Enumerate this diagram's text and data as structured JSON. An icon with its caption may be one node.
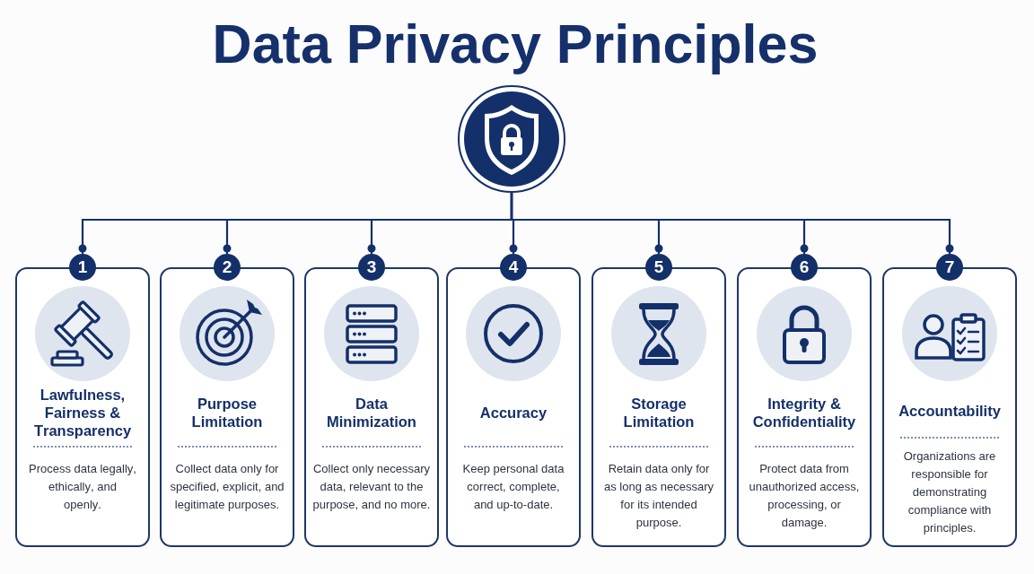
{
  "diagram": {
    "title": "Data Privacy Principles",
    "nodes": [
      {
        "text": [],
        "shape": "circle"
      },
      {
        "text": [
          "1"
        ]
      },
      {
        "text": [
          "Lawfulness, Fairness & Transparency",
          "Process data legally, ethically, and openly."
        ]
      },
      {
        "text": [
          "2"
        ]
      },
      {
        "text": [
          "Purpose Limitation",
          "Collect data only for specified, explicit, and legitimate purposes."
        ]
      },
      {
        "text": [
          "3"
        ]
      },
      {
        "text": [
          "Data Minimization",
          "Collect only necessary data, relevant to the purpose, and no more."
        ]
      },
      {
        "text": [
          "4"
        ]
      },
      {
        "text": [
          "Accuracy",
          "Keep personal data correct, complete, and up-to-date."
        ]
      },
      {
        "text": [
          "5"
        ]
      },
      {
        "text": [
          "Storage Limitation",
          "Retain data only for as long as necessary for its intended purpose."
        ]
      },
      {
        "text": [
          "6"
        ]
      },
      {
        "text": [
          "Integrity & Confidentiality",
          "Protect data from unauthorized access, processing, or damage."
        ]
      },
      {
        "text": [
          "7"
        ]
      },
      {
        "text": [
          "Accountability",
          "Organizations are responsible for demonstrating compliance with principles."
        ]
      }
    ],
    "edges": [
      {
        "from": 0,
        "to": 1,
        "arrow": "other"
      },
      {
        "from": 0,
        "to": 3,
        "arrow": "other"
      },
      {
        "from": 0,
        "to": 5,
        "arrow": "other"
      },
      {
        "from": 0,
        "to": 7,
        "arrow": "other"
      },
      {
        "from": 0,
        "to": 9,
        "arrow": "other"
      },
      {
        "from": 0,
        "to": 11,
        "arrow": "other"
      },
      {
        "from": 0,
        "to": 13,
        "arrow": "other"
      }
    ]
  }
}
